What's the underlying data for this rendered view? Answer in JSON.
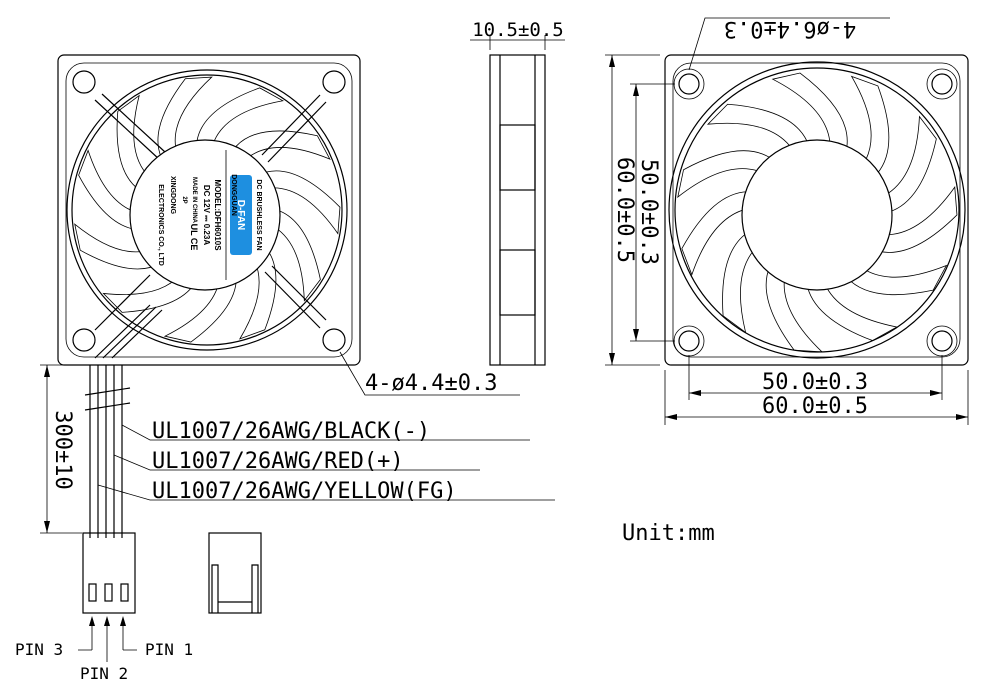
{
  "drawing": {
    "side_thickness": "10.5±0.5",
    "mount_holes_front": "4-ø6.4±0.3",
    "mount_holes_rear": "4-ø4.4±0.3",
    "hole_spacing_v": "50.0±0.3",
    "frame_size_v": "60.0±0.5",
    "hole_spacing_h": "50.0±0.3",
    "frame_size_h": "60.0±0.5",
    "cable_length": "300±10",
    "wires": [
      "UL1007/26AWG/BLACK(-)",
      "UL1007/26AWG/RED(+)",
      "UL1007/26AWG/YELLOW(FG)"
    ],
    "unit": "Unit:mm",
    "pins": [
      "PIN 3",
      "PIN 2",
      "PIN 1"
    ]
  },
  "label": {
    "brand": "D-FAN",
    "title": "DC BRUSHLESS FAN",
    "model": "MODEL:DFH6010S",
    "rating": "DC 12V ⎓ 0.23A",
    "origin": "MADE IN CHINA",
    "maker_line1": "DONGGUAN",
    "maker_line2": "XINGDONG",
    "maker_line3": "ELECTRONICS CO., LTD",
    "marks": "UL CE",
    "code": "2P",
    "brand_color": "#1e8fe0"
  }
}
